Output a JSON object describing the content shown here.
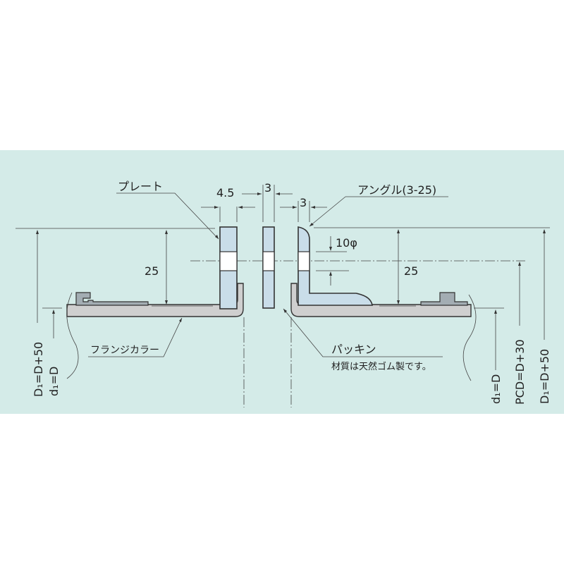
{
  "colors": {
    "background": "#d4ebe8",
    "part_fill": "#c9dde9",
    "flange_fill": "#cfcfcf",
    "clip_fill": "#a3adb3"
  },
  "labels": {
    "plate": "プレート",
    "angle": "アングル(3-25)",
    "flange_collar": "フランジカラー",
    "packing": "パッキン",
    "packing_note": "材質は天然ゴム製です。"
  },
  "dimensions": {
    "plate_thickness": "4.5",
    "packing_thickness": "3",
    "angle_thickness": "3",
    "hole_diameter": "10φ",
    "height_left": "25",
    "height_right": "25",
    "left_outer": "D₁=D+50",
    "left_inner": "d₁=D",
    "right_inner": "d₁=D",
    "right_pcd": "PCD=D+30",
    "right_outer": "D₁=D+50"
  }
}
